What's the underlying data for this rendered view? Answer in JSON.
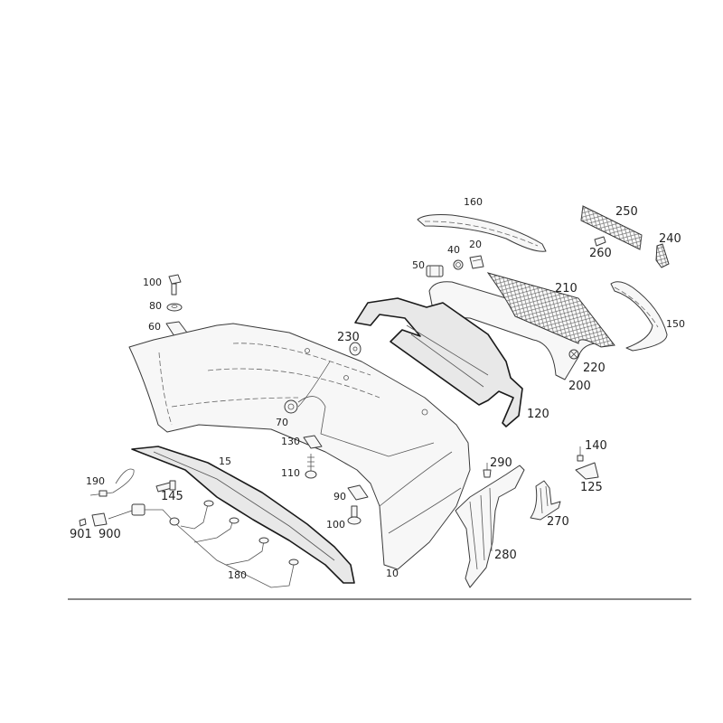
{
  "diagram": {
    "title": "Rear bumper exploded parts diagram",
    "colors": {
      "line": "#3a3a3a",
      "fill": "#f7f7f7",
      "label": "#222222",
      "rule": "#888888"
    },
    "labels": {
      "p10": "10",
      "p15": "15",
      "p20": "20",
      "p40": "40",
      "p50": "50",
      "p60": "60",
      "p70": "70",
      "p80": "80",
      "p90": "90",
      "p100a": "100",
      "p100b": "100",
      "p110": "110",
      "p120": "120",
      "p125": "125",
      "p130": "130",
      "p140": "140",
      "p145": "145",
      "p150": "150",
      "p160": "160",
      "p180": "180",
      "p190": "190",
      "p200": "200",
      "p210": "210",
      "p220": "220",
      "p230": "230",
      "p240": "240",
      "p250": "250",
      "p260": "260",
      "p270": "270",
      "p280": "280",
      "p290": "290",
      "p900": "900",
      "p901": "901"
    }
  }
}
